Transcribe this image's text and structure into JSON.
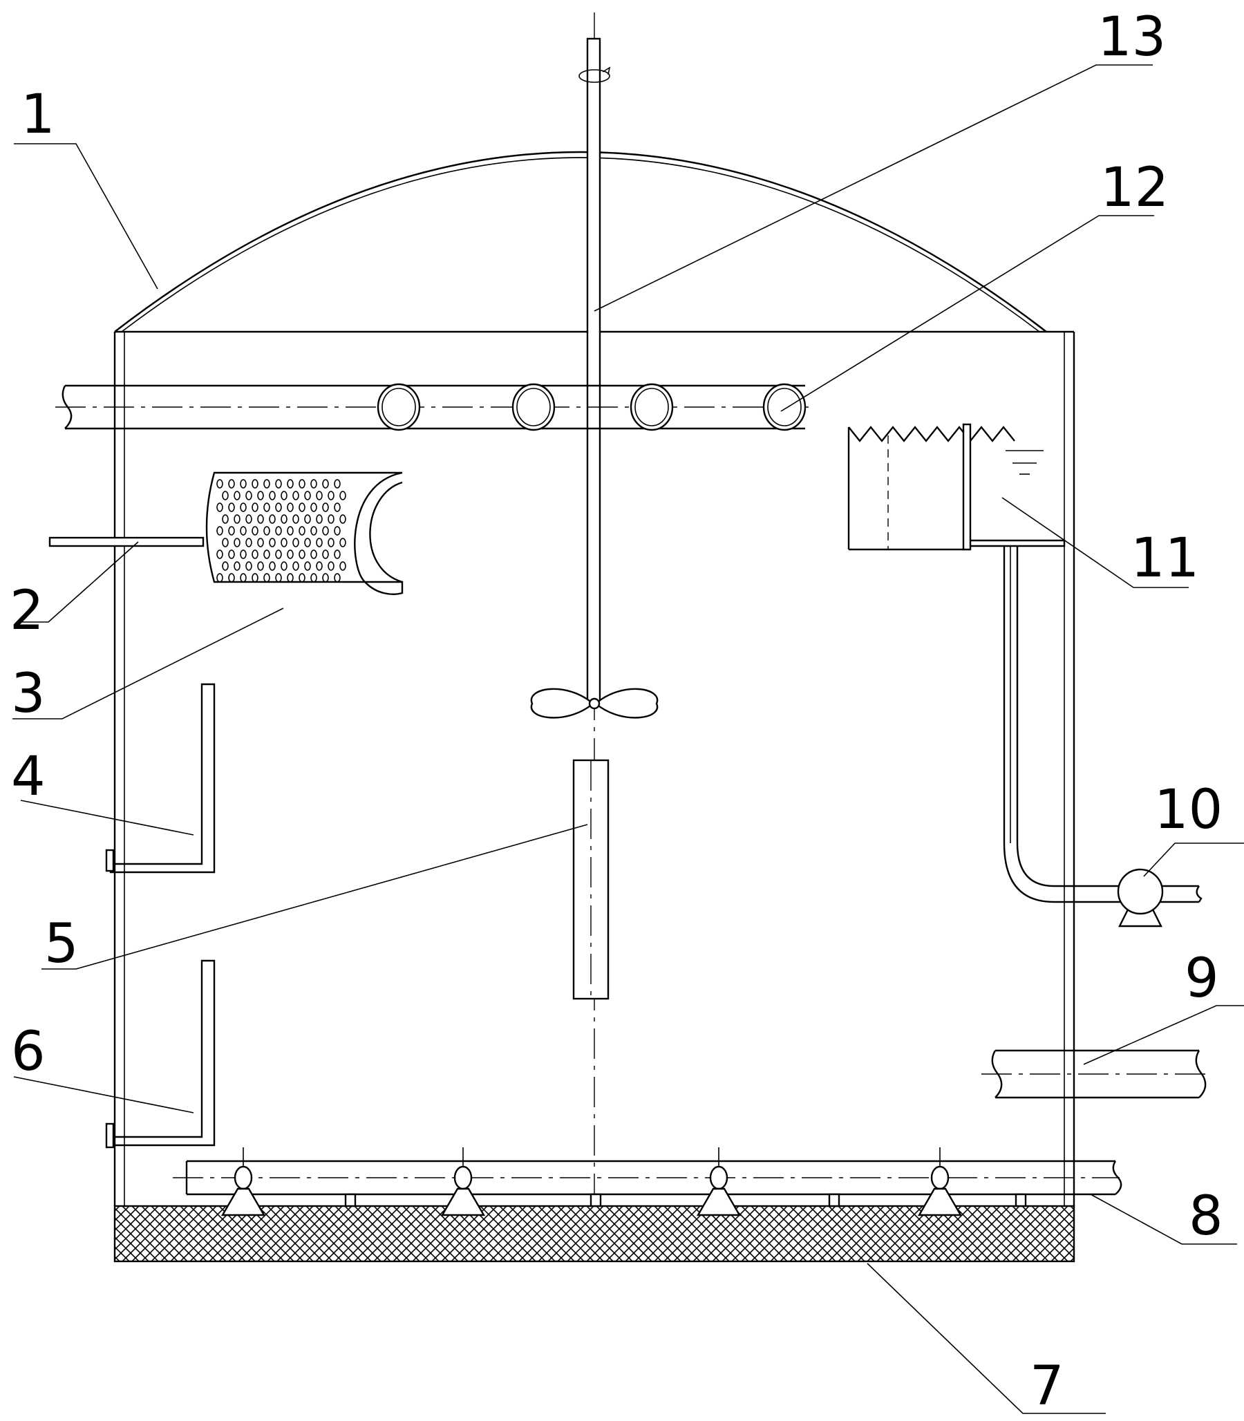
{
  "labels": [
    {
      "id": "1",
      "text": "1"
    },
    {
      "id": "2",
      "text": "2"
    },
    {
      "id": "3",
      "text": "3"
    },
    {
      "id": "4",
      "text": "4"
    },
    {
      "id": "5",
      "text": "5"
    },
    {
      "id": "6",
      "text": "6"
    },
    {
      "id": "7",
      "text": "7"
    },
    {
      "id": "8",
      "text": "8"
    },
    {
      "id": "9",
      "text": "9"
    },
    {
      "id": "10",
      "text": "10"
    },
    {
      "id": "11",
      "text": "11"
    },
    {
      "id": "12",
      "text": "12"
    },
    {
      "id": "13",
      "text": "13"
    }
  ],
  "colors": {
    "line": "#000000",
    "background": "#ffffff"
  }
}
